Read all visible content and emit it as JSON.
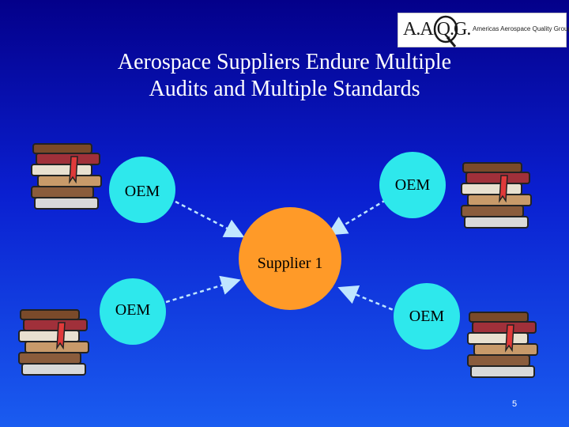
{
  "logo": {
    "letters": "A.A.Q.G.",
    "subtitle": "Americas Aerospace Quality Group"
  },
  "title": {
    "line1": "Aerospace Suppliers Endure Multiple",
    "line2": "Audits and Multiple Standards"
  },
  "nodes": {
    "oem_top_left": "OEM",
    "oem_top_right": "OEM",
    "supplier": "Supplier 1",
    "oem_bottom_left": "OEM",
    "oem_bottom_right": "OEM"
  },
  "colors": {
    "oem": "#2ee8ec",
    "supplier": "#ff9a28",
    "arrow": "#bfe6ff"
  },
  "icons": [
    "book-stack-icon",
    "book-stack-icon",
    "book-stack-icon",
    "book-stack-icon"
  ],
  "page_number": "5"
}
